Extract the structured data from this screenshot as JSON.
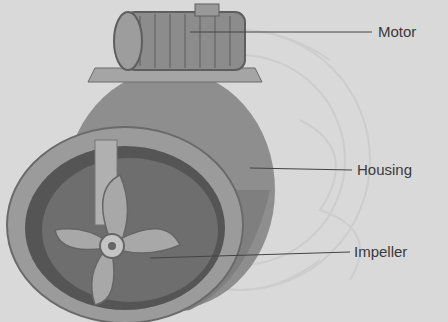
{
  "diagram": {
    "labels": [
      "Motor",
      "Housing",
      "Impeller"
    ]
  }
}
